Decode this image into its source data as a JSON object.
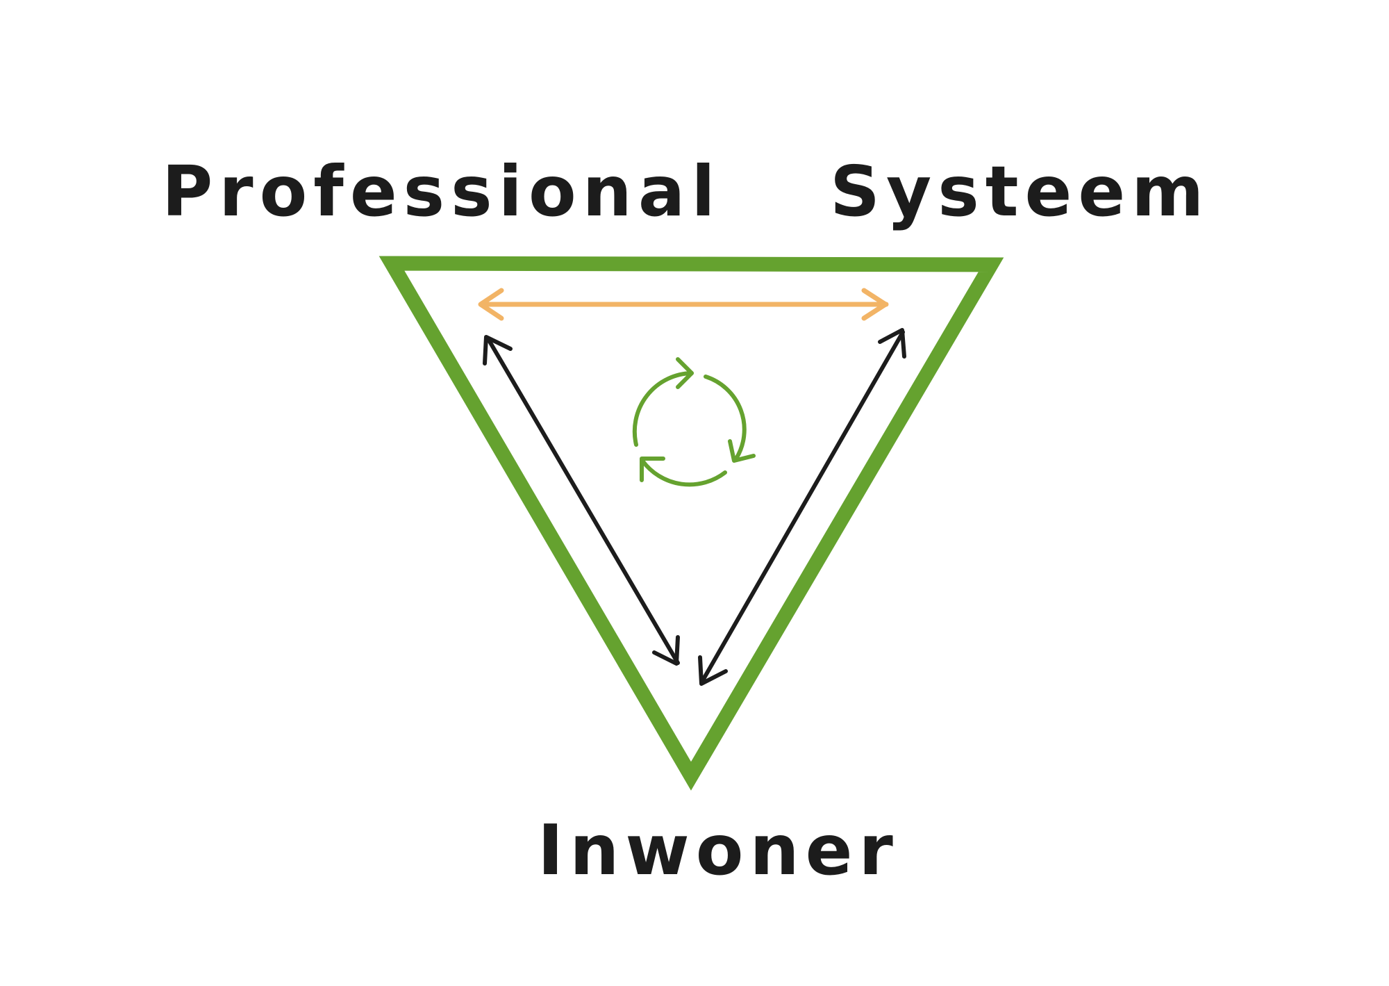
{
  "labels": {
    "professional": "Professional",
    "systeem": "Systeem",
    "inwoner": "Inwoner"
  },
  "colors": {
    "triangle": "#65A22F",
    "text": "#1C1C1C",
    "relation_top": "#F2B466",
    "relation_sides": "#1C1C1C",
    "cycle": "#65A22F",
    "background": "#FFFFFF"
  },
  "icons": {
    "cycle": "recycle-cycle-icon",
    "top_arrow": "double-headed-arrow-icon",
    "left_arrow": "double-headed-arrow-icon",
    "right_arrow": "double-headed-arrow-icon"
  }
}
